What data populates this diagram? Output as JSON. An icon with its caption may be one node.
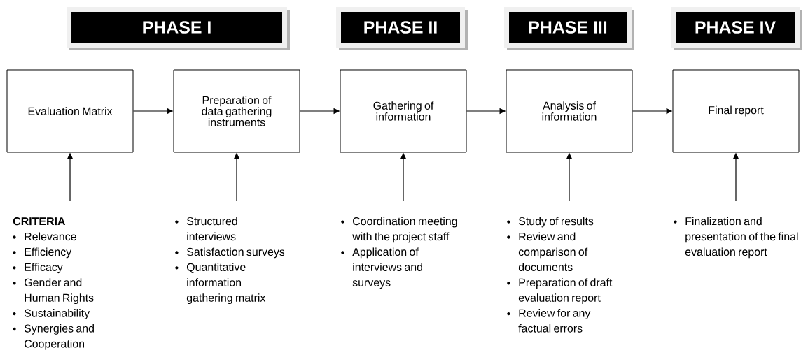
{
  "diagram": {
    "nodes": [
      {
        "text": [
          "PHASE I"
        ]
      },
      {
        "text": [
          "PHASE II"
        ]
      },
      {
        "text": [
          "PHASE III"
        ]
      },
      {
        "text": [
          "PHASE IV"
        ]
      },
      {
        "text": [
          "Evaluation Matrix"
        ]
      },
      {
        "text": [
          "Preparation of data gathering instruments"
        ]
      },
      {
        "text": [
          "Gathering of information"
        ]
      },
      {
        "text": [
          "Analysis of information"
        ]
      },
      {
        "text": [
          "Final report"
        ]
      },
      {
        "text": [
          "CRITERIA",
          "Relevance",
          "Efficiency",
          "Efficacy",
          "Gender and Human Rights",
          "Sustainability",
          "Synergies and Cooperation"
        ]
      },
      {
        "text": [
          "Structured interviews",
          "Satisfaction surveys",
          "Quantitative information gathering matrix"
        ]
      },
      {
        "text": [
          "Coordination meeting with the project staff",
          "Application of interviews and surveys"
        ]
      },
      {
        "text": [
          "Study of results",
          "Review and comparison of documents",
          "Preparation of draft evaluation report",
          "Review for any factual errors"
        ]
      },
      {
        "text": [
          "Finalization and presentation of the final evaluation report"
        ]
      }
    ],
    "edges": [
      {
        "from": 4,
        "to": 5,
        "arrow": "to"
      },
      {
        "from": 5,
        "to": 6,
        "arrow": "to"
      },
      {
        "from": 6,
        "to": 7,
        "arrow": "to"
      },
      {
        "from": 7,
        "to": 8,
        "arrow": "to"
      },
      {
        "from": 9,
        "to": 4,
        "arrow": "to"
      },
      {
        "from": 10,
        "to": 5,
        "arrow": "to"
      },
      {
        "from": 11,
        "to": 6,
        "arrow": "to"
      },
      {
        "from": 12,
        "to": 7,
        "arrow": "to"
      },
      {
        "from": 13,
        "to": 8,
        "arrow": "to"
      }
    ]
  }
}
